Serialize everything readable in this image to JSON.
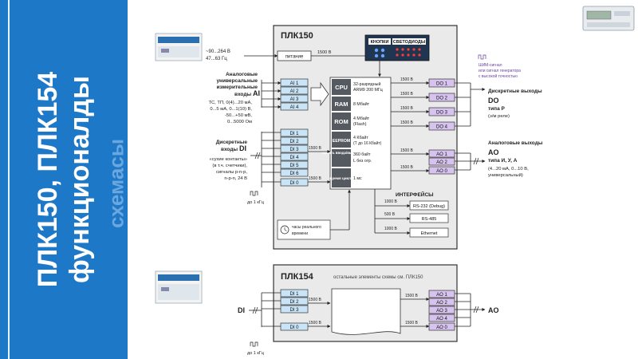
{
  "slide": {
    "title_line1": "ПЛК150, ПЛК154",
    "title_line2": "функционалды",
    "subtitle": "схемасы"
  },
  "plc150": {
    "title": "ПЛК150",
    "power": {
      "label": "питание",
      "in1": "~90...264 В",
      "in2": "47...63 Гц",
      "out": "1500 В"
    },
    "buttons_label": "КНОПКИ",
    "leds_label": "СВЕТОДИОДЫ",
    "analog_in": {
      "title": [
        "Аналоговые",
        "универсальные",
        "измерительные"
      ],
      "title_last": "входы",
      "code": "AI",
      "channels": [
        "AI 1",
        "AI 2",
        "AI 3",
        "AI 4"
      ],
      "spec": [
        "ТС, ТП, 0(4)...20 мА,",
        "0...5 мА, 0...1(10) В,",
        "-50...+50 мВ,",
        "0...5000 Ом"
      ]
    },
    "digital_in": {
      "title": "Дискретные",
      "title_last": "входы",
      "code": "DI",
      "channels": [
        "DI 1",
        "DI 2",
        "DI 3",
        "DI 4",
        "DI 5",
        "DI 6",
        "DI 0"
      ],
      "spec": [
        "«сухие контакты»",
        "(в т.ч. счетчики),",
        "сигналы p-n-p,",
        "n-p-n, 24 В"
      ],
      "isolation": "1500 В",
      "freq": "до 1 кГц"
    },
    "core": [
      {
        "name": "CPU",
        "desc": [
          "32-разрядный",
          "ARM9  200 МГц"
        ]
      },
      {
        "name": "RAM",
        "desc": [
          "8 Мбайт"
        ]
      },
      {
        "name": "ROM",
        "desc": [
          "4 Мбайт",
          "(Flash)"
        ]
      },
      {
        "name": "EEPROM",
        "desc": [
          "4 Кбайт",
          "(Т до 16 Кбайт)"
        ]
      },
      {
        "name": "память ввода/вывода",
        "desc": [
          "360 байт",
          "L          без огр."
        ]
      },
      {
        "name": "время цикла",
        "desc": [
          "1 мс"
        ]
      }
    ],
    "do_out": {
      "channels": [
        "DO 1",
        "DO 2",
        "DO 3",
        "DO 4"
      ],
      "isolation": "1500 В",
      "title": "Дискретные выходы",
      "code": "DO",
      "type": "типа Р",
      "note": "(э/м реле)",
      "pwm_note": [
        "ШИМ-сигнал",
        "или сигнал генератора",
        "с высокой точностью"
      ]
    },
    "ao_out": {
      "channels": [
        "AO 1",
        "AO 2",
        "AO 0"
      ],
      "isolation": "1500 В",
      "title": "Аналоговые выходы",
      "code": "AO",
      "type": "типа И, У, А",
      "spec": [
        "(4...20 мА, 0...10 В,",
        "универсальный)"
      ]
    },
    "interfaces": {
      "title": "ИНТЕРФЕЙСЫ",
      "items": [
        "RS-232 (Debug)",
        "RS-485",
        "Ethernet"
      ],
      "isolation": [
        "1000 В",
        "500 В",
        "1000 В"
      ]
    },
    "rtc": [
      "часы реального",
      "времени"
    ]
  },
  "plc154": {
    "title": "ПЛК154",
    "note": "остальные элементы схемы см. ПЛК150",
    "di_channels": [
      "DI 1",
      "DI 2",
      "DI 3",
      "DI 0"
    ],
    "ao_channels": [
      "AO 1",
      "AO 2",
      "AO 3",
      "AO 4",
      "AO 0"
    ],
    "isolation": "1500 В",
    "label_in": "DI",
    "label_out": "AO",
    "freq": "до 1 кГц"
  }
}
